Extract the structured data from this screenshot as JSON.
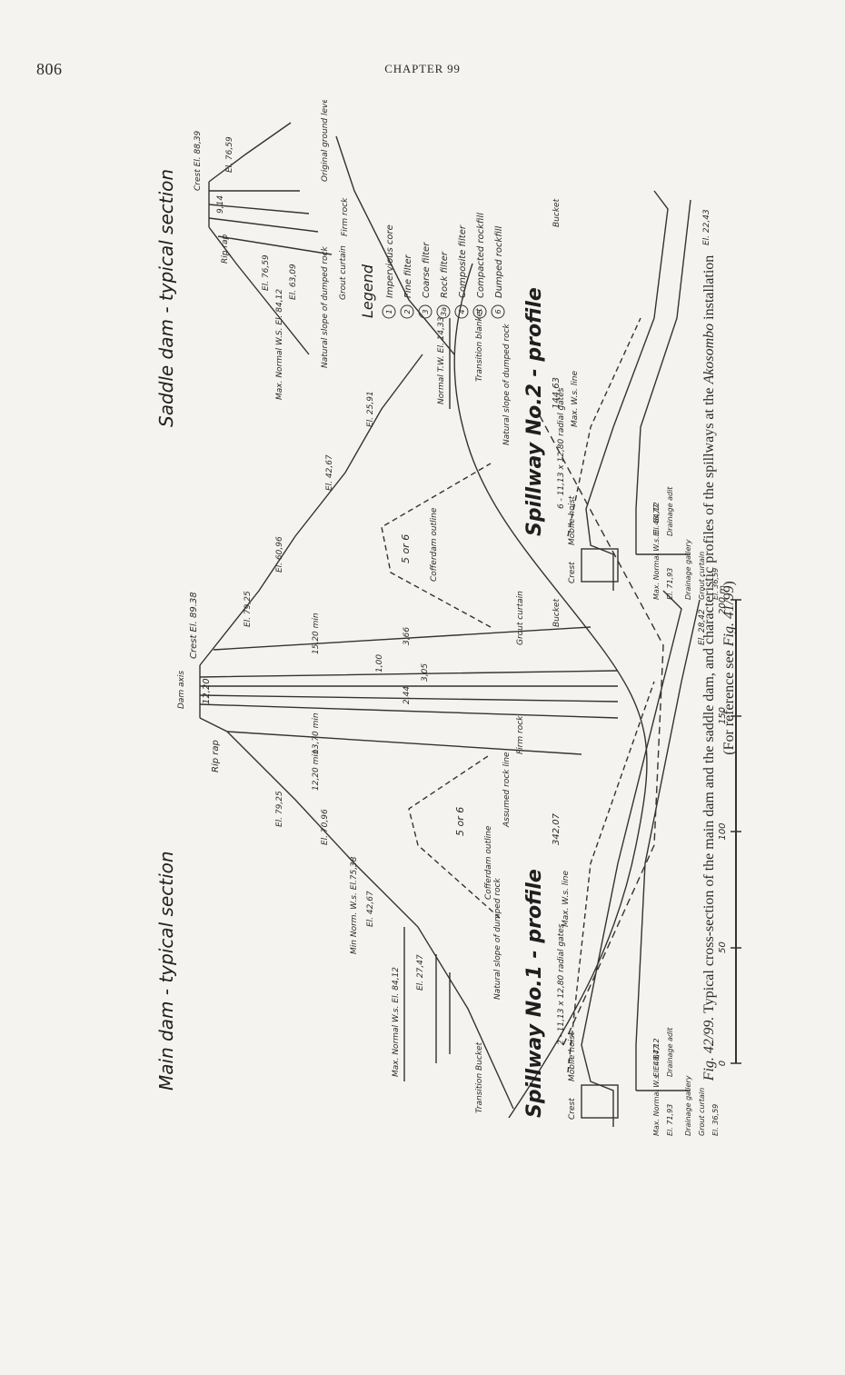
{
  "page": {
    "number": "806",
    "chapter": "CHAPTER 99"
  },
  "figure": {
    "main_dam": {
      "title": "Main dam - typical section",
      "labels": {
        "dam_axis": "Dam axis",
        "crest": "Crest El. 89.38",
        "width": "12,20",
        "rip_rap": "Rip rap",
        "max_normal": "Max. Normal W.s. El. 84,12",
        "min_normal": "Min Norm. W.s. El.75,38",
        "el_79": "El. 79,25",
        "el_70": "El. 70,96",
        "el_42": "El. 42,67",
        "el_27": "El. 27,47",
        "el_79_right": "El. 79,25",
        "el_60": "El. 60,96",
        "el_42_right": "El. 42,67",
        "el_25": "El. 25,91",
        "normal_tw": "Normal T.W. El. 14,33",
        "cofferdam_outline_l": "Cofferdam outline",
        "cofferdam_outline_r": "Cofferdam outline",
        "zone_left": "5 or 6",
        "zone_right": "5 or 6",
        "natural_slope_l": "Natural slope of dumped rock",
        "natural_slope_r": "Natural slope of dumped rock",
        "transition_blanket": "Transition blanket",
        "transition_bucket": "Transition Bucket",
        "assumed_rock": "Assumed rock line",
        "firm_rock": "Firm rock",
        "grout_curtain": "Grout curtain",
        "dim_1520": "15,20 min",
        "dim_1370": "13,70 min",
        "dim_1220": "12,20 min",
        "dim_244": "2,44",
        "dim_366": "3,66",
        "dim_305": "3,05",
        "dim_100": "1,00"
      }
    },
    "saddle_dam": {
      "title": "Saddle dam - typical section",
      "labels": {
        "crest": "Crest El. 88,39",
        "width": "9,14",
        "el_76": "El. 76,59",
        "max_normal": "Max. Normal W.S. El. 84,12",
        "el_76_l": "El. 76,59",
        "el_63": "El. 63,09",
        "natural_slope": "Natural slope of dumped rock",
        "grout_curtain": "Grout curtain",
        "firm_rock": "Firm rock",
        "original_ground": "Original ground level",
        "rip_rap": "Rip rap"
      },
      "legend_title": "Legend",
      "legend": [
        {
          "num": "1",
          "text": "Impervious core"
        },
        {
          "num": "2",
          "text": "Fine filter"
        },
        {
          "num": "3",
          "text": "Coarse filter"
        },
        {
          "num": "3a",
          "text": "Rock filter"
        },
        {
          "num": "4",
          "text": "Composite filter"
        },
        {
          "num": "5",
          "text": "Compacted rockfill"
        },
        {
          "num": "6",
          "text": "Dumped rockfill"
        }
      ]
    },
    "spillway_1": {
      "title": "Spillway No.1 - profile",
      "labels": {
        "crest": "Crest",
        "mobile_hoist": "Mobile hoist",
        "gates": "2 - 11,13 x 12,80 radial gates",
        "max_ws": "Max. W.s. line",
        "length": "342,07",
        "bucket": "Bucket",
        "el_end": "El. 28,42",
        "max_normal": "Max. Normal W.s. El. 84,12",
        "el_71": "El. 71,93",
        "el_48": "El. 48,77",
        "drainage_adit": "Drainage adit",
        "drainage_gallery": "Drainage gallery",
        "grout_curtain": "Grout curtain",
        "el_36": "El. 36,59"
      }
    },
    "spillway_2": {
      "title": "Spillway No.2 - profile",
      "labels": {
        "crest": "Crest",
        "mobile_hoist": "Mobile hoist",
        "gates": "6 - 11,13 x 12,80 radial gates",
        "max_ws": "Max. W.s. line",
        "length": "144,63",
        "bucket": "Bucket",
        "el_end": "El. 22,43",
        "max_normal": "Max. Normal W.s. El. 84,12",
        "el_71": "El. 71,93",
        "el_48": "El. 48,77",
        "drainage_adit": "Drainage adit",
        "drainage_gallery": "Drainage gallery",
        "grout_curtain": "Grout curtain",
        "el_36": "El. 36,59"
      }
    },
    "scale": {
      "ticks": [
        "0",
        "50",
        "100",
        "150",
        "200 m"
      ]
    }
  },
  "caption": {
    "prefix": "Fig. 42/99.",
    "text": "Typical cross-section of the main dam and the saddle dam, and characteristic profiles of the spillways at the",
    "place": "Akosombo",
    "suffix": "installation",
    "ref_open": "(For reference see",
    "ref_fig": "Fig. 41/99",
    "ref_close": ")"
  }
}
